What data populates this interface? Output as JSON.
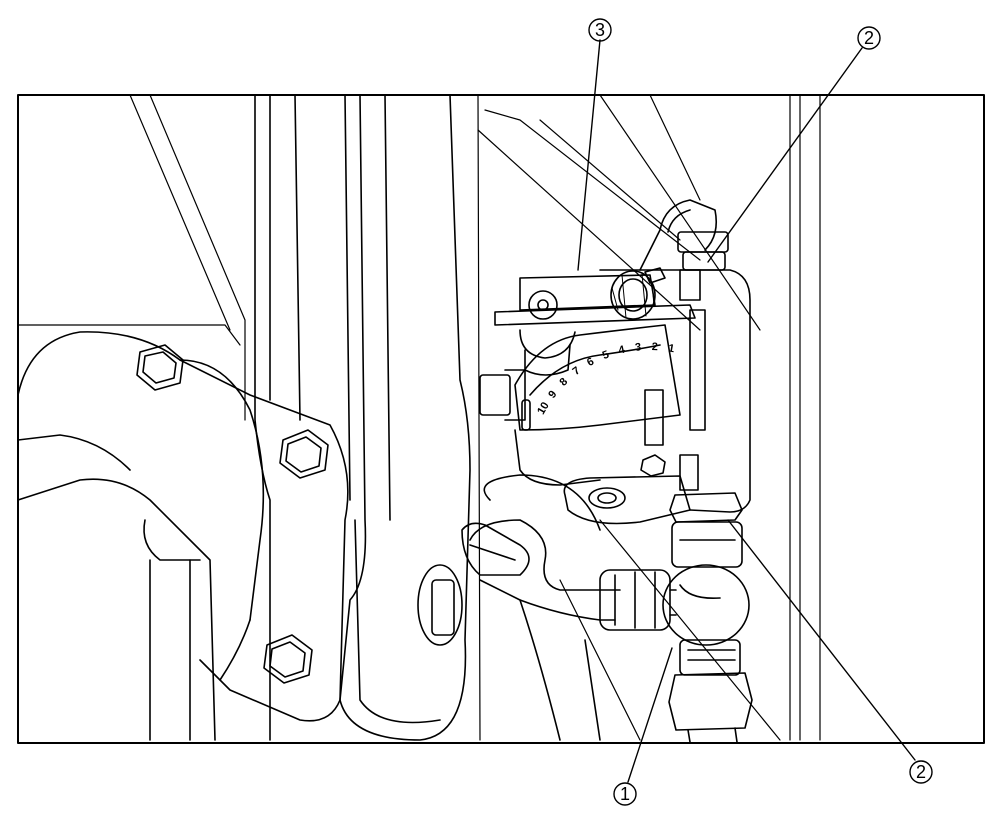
{
  "callouts": [
    {
      "id": "1",
      "label": "1"
    },
    {
      "id": "2a",
      "label": "2"
    },
    {
      "id": "2b",
      "label": "2"
    },
    {
      "id": "3",
      "label": "3"
    }
  ],
  "dial_scale": [
    "1",
    "2",
    "3",
    "4",
    "5",
    "6",
    "7",
    "8",
    "9",
    "10"
  ],
  "colors": {
    "line": "#000000",
    "background": "#ffffff"
  }
}
